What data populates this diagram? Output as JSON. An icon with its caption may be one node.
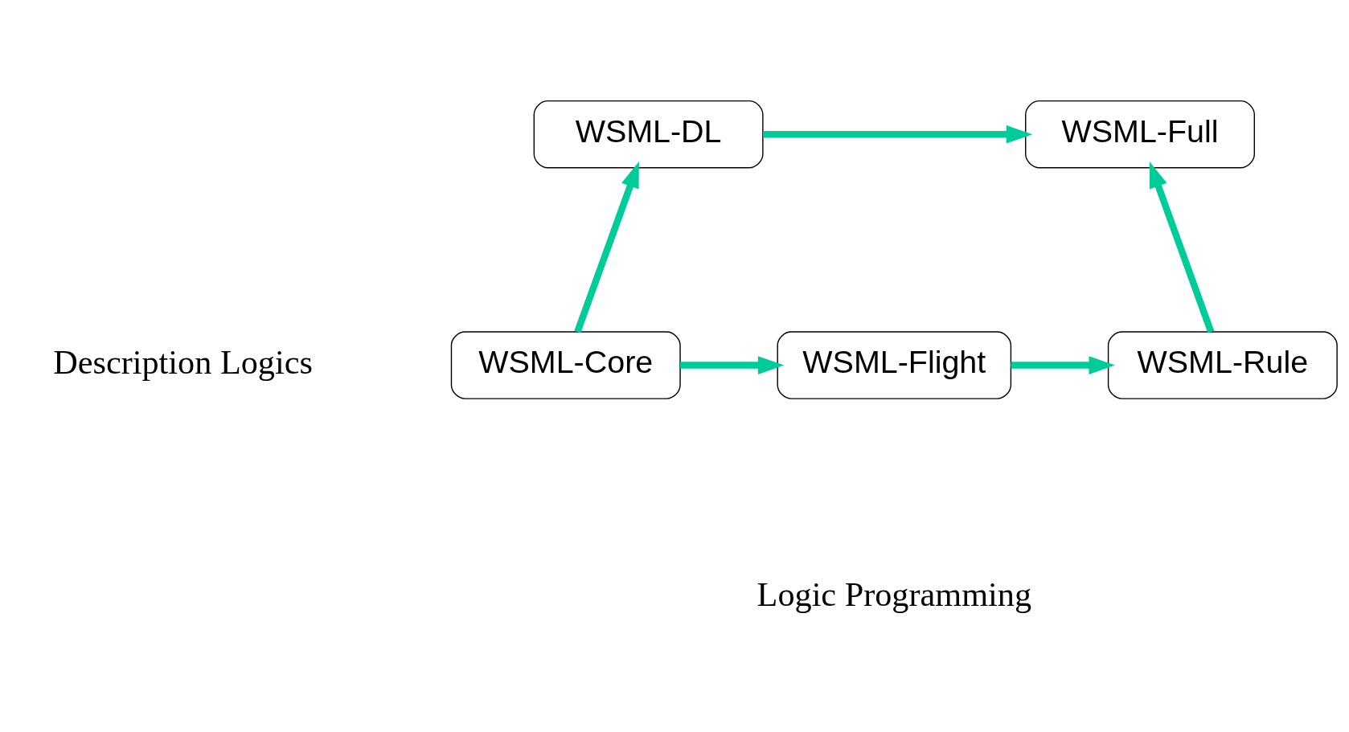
{
  "diagram": {
    "nodes": [
      {
        "text": [
          "WSML-DL"
        ]
      },
      {
        "text": [
          "WSML-Full"
        ]
      },
      {
        "text": [
          "WSML-Core"
        ]
      },
      {
        "text": [
          "WSML-Flight"
        ]
      },
      {
        "text": [
          "WSML-Rule"
        ]
      }
    ],
    "edges": [
      {
        "from": 0,
        "to": 1,
        "arrow": "to"
      },
      {
        "from": 2,
        "to": 0,
        "arrow": "to"
      },
      {
        "from": 4,
        "to": 1,
        "arrow": "to"
      },
      {
        "from": 2,
        "to": 3,
        "arrow": "to"
      },
      {
        "from": 3,
        "to": 4,
        "arrow": "to"
      }
    ],
    "labels": [
      "Description Logics",
      "Logic Programming"
    ]
  }
}
